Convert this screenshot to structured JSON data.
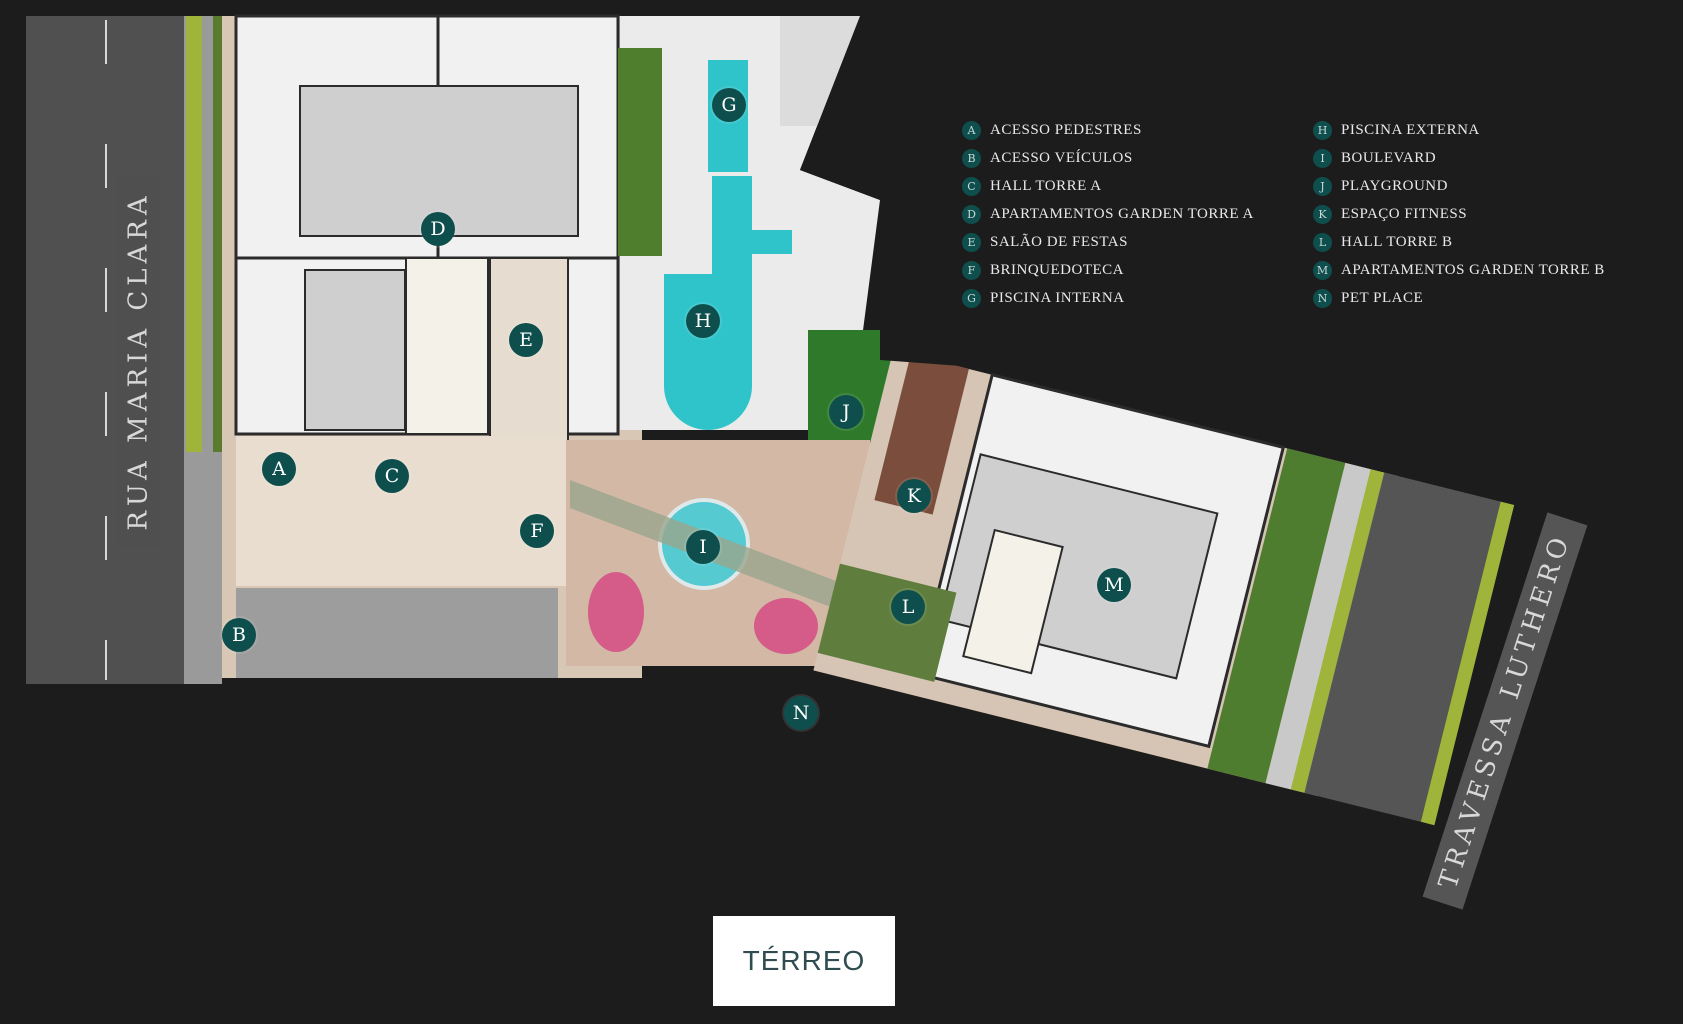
{
  "streets": {
    "left": "RUA MARIA CLARA",
    "right": "TRAVESSA LUTHERO"
  },
  "legend": [
    {
      "letter": "A",
      "label": "ACESSO PEDESTRES"
    },
    {
      "letter": "B",
      "label": "ACESSO VEÍCULOS"
    },
    {
      "letter": "C",
      "label": "HALL TORRE A"
    },
    {
      "letter": "D",
      "label": "APARTAMENTOS GARDEN TORRE A"
    },
    {
      "letter": "E",
      "label": "SALÃO DE FESTAS"
    },
    {
      "letter": "F",
      "label": "BRINQUEDOTECA"
    },
    {
      "letter": "G",
      "label": "PISCINA INTERNA"
    },
    {
      "letter": "H",
      "label": "PISCINA EXTERNA"
    },
    {
      "letter": "I",
      "label": "BOULEVARD"
    },
    {
      "letter": "J",
      "label": "PLAYGROUND"
    },
    {
      "letter": "K",
      "label": "ESPAÇO FITNESS"
    },
    {
      "letter": "L",
      "label": "HALL TORRE B"
    },
    {
      "letter": "M",
      "label": "APARTAMENTOS GARDEN TORRE B"
    },
    {
      "letter": "N",
      "label": "PET PLACE"
    }
  ],
  "floor_button": "TÉRREO",
  "colors": {
    "background": "#1c1c1d",
    "marker": "#0e4f4d",
    "pool": "#2fc4c9",
    "building": "#ececec",
    "lawn": "#2f7a2a"
  }
}
